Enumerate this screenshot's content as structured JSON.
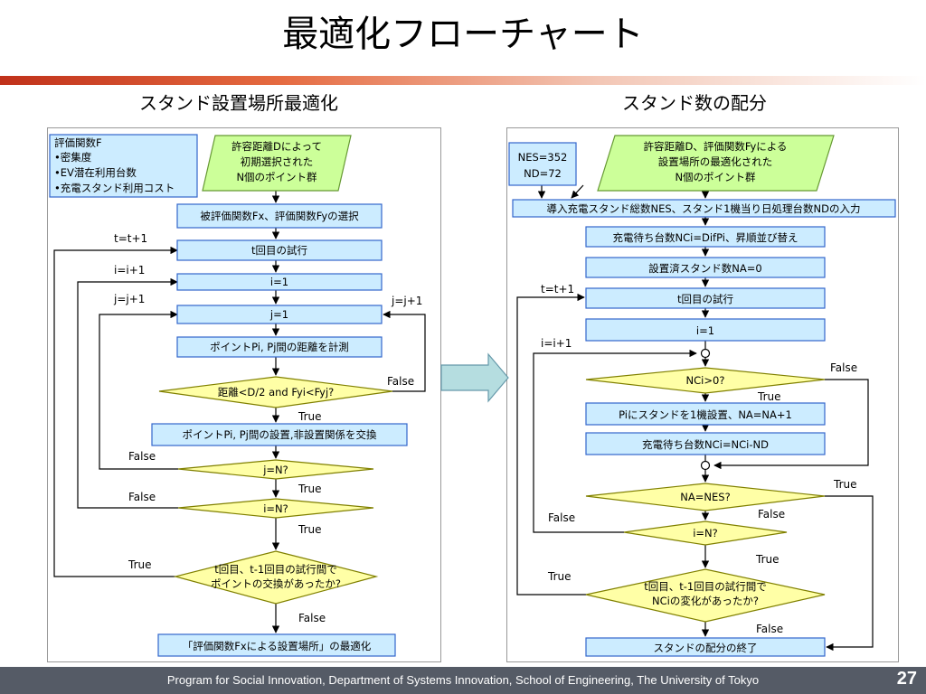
{
  "slide": {
    "title": "最適化フローチャート",
    "page_number": "27",
    "footer": "Program for Social Innovation, Department of Systems Innovation, School of Engineering, The University of Tokyo",
    "colors": {
      "accent_bar": "#c0311a",
      "box_fill": "#ccecff",
      "box_stroke": "#3366cc",
      "diamond_fill": "#ffffa6",
      "diamond_stroke": "#808000",
      "para_fill": "#ccff99",
      "para_stroke": "#669933",
      "arrow_fill": "#b5dde0",
      "footer_bg": "#555b66"
    }
  },
  "left": {
    "heading": "スタンド設置場所最適化",
    "note": [
      "評価関数F",
      "•密集度",
      "•EV潜在利用台数",
      "•充電スタンド利用コスト"
    ],
    "input": [
      "許容距離Dによって",
      "初期選択された",
      "N個のポイント群"
    ],
    "select": "被評価関数Fx、評価関数Fyの選択",
    "trial": "t回目の試行",
    "i1": "i=1",
    "j1": "j=1",
    "measure": "ポイントPi, Pj間の距離を計測",
    "cond_dist": "距離<D/2 and Fyi<Fyj?",
    "swap": "ポイントPi, Pj間の設置,非設置関係を交換",
    "cond_j": "j=N?",
    "cond_i": "i=N?",
    "cond_t": [
      "t回目、t-1回目の試行間で",
      "ポイントの交換があったか?"
    ],
    "result": "「評価関数Fxによる設置場所」の最適化",
    "lbl_t": "t=t+1",
    "lbl_i": "i=i+1",
    "lbl_j": "j=j+1",
    "lbl_j_right": "j=j+1",
    "lbl_false_dist": "False",
    "lbl_true_dist": "True",
    "lbl_false_j": "False",
    "lbl_true_j": "True",
    "lbl_false_i": "False",
    "lbl_true_i": "True",
    "lbl_true_t": "True",
    "lbl_false_t": "False"
  },
  "right": {
    "heading": "スタンド数の配分",
    "params": [
      "NES=352",
      "ND=72"
    ],
    "input": [
      "許容距離D、評価関数Fyによる",
      "設置場所の最適化された",
      "N個のポイント群"
    ],
    "load": "導入充電スタンド総数NES、スタンド1機当り日処理台数NDの入力",
    "sort": "充電待ち台数NCi=DifPi、昇順並び替え",
    "na0": "設置済スタンド数NA=0",
    "trial": "t回目の試行",
    "i1": "i=1",
    "cond_nc": "NCi>0?",
    "install": "Piにスタンドを1機設置、NA=NA+1",
    "update": "充電待ち台数NCi=NCi-ND",
    "cond_na": "NA=NES?",
    "cond_i": "i=N?",
    "cond_t": [
      "t回目、t-1回目の試行間で",
      "NCiの変化があったか?"
    ],
    "end": "スタンドの配分の終了",
    "lbl_t": "t=t+1",
    "lbl_i": "i=i+1",
    "lbl_false_nc": "False",
    "lbl_true_nc": "True",
    "lbl_true_na": "True",
    "lbl_false_na": "False",
    "lbl_false_i": "False",
    "lbl_true_i": "True",
    "lbl_true_t": "True",
    "lbl_false_t": "False"
  }
}
